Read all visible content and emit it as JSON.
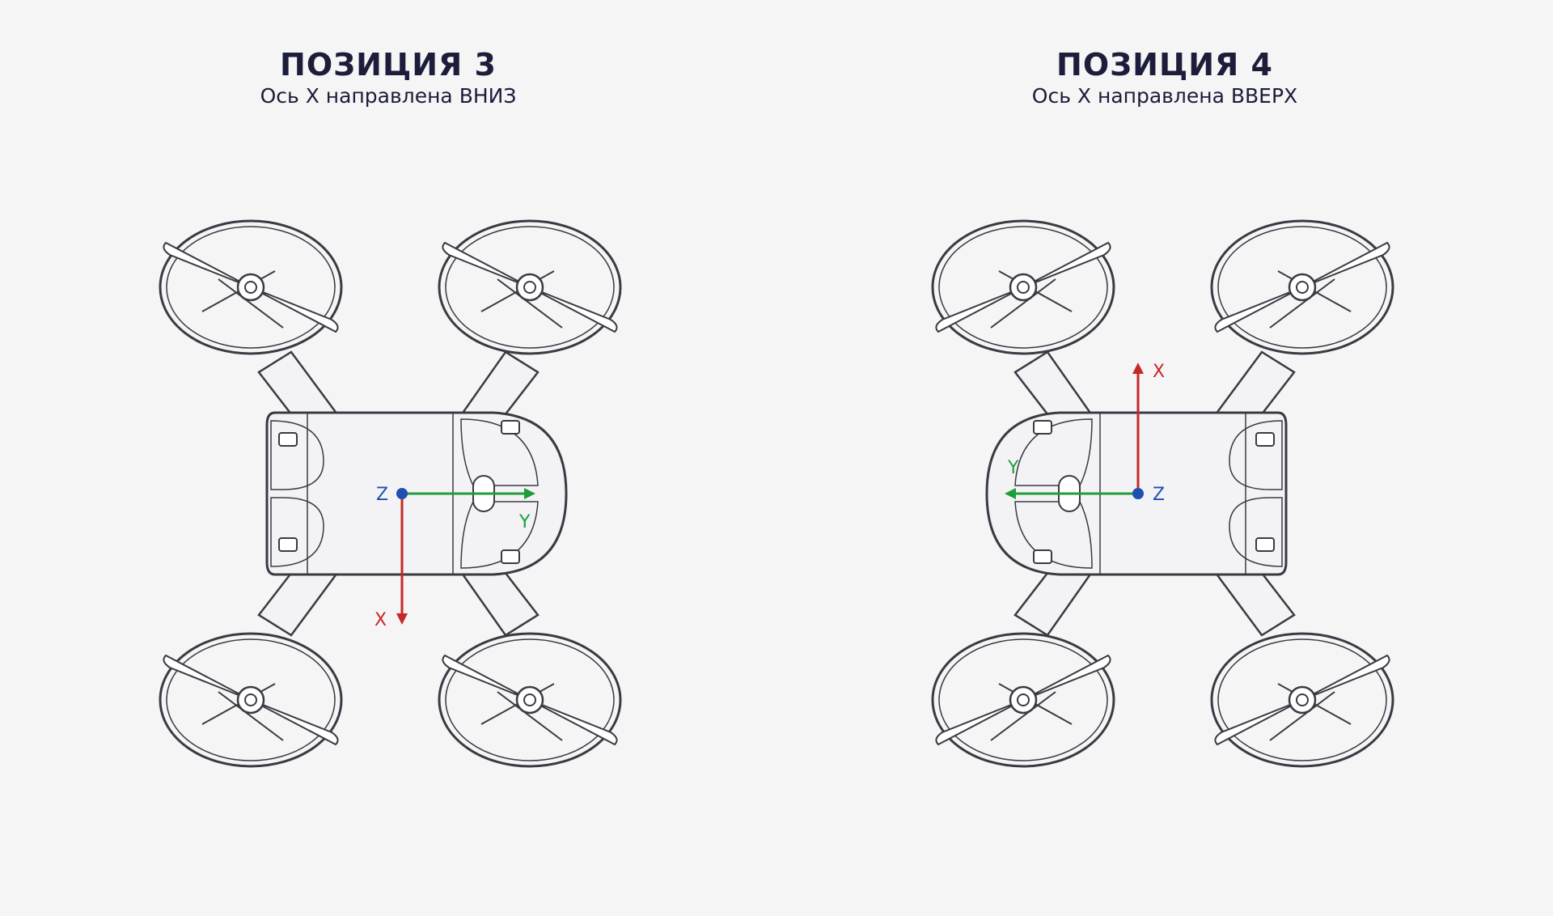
{
  "colors": {
    "background": "#f5f5f5",
    "title_text": "#1b1d3a",
    "x_axis": "#c62828",
    "y_axis": "#1e9e3a",
    "z_axis": "#1f4fb0",
    "drone_line": "#3a3a44",
    "drone_fill": "#f3f3f5"
  },
  "panels": [
    {
      "title": "ПОЗИЦИЯ 3",
      "subtitle": "Ось X направлена ВНИЗ",
      "axes": {
        "x_label": "X",
        "y_label": "Y",
        "z_label": "Z",
        "x_direction": "down",
        "y_direction": "right"
      }
    },
    {
      "title": "ПОЗИЦИЯ 4",
      "subtitle": "Ось X направлена ВВЕРХ",
      "axes": {
        "x_label": "X",
        "y_label": "Y",
        "z_label": "Z",
        "x_direction": "up",
        "y_direction": "left"
      }
    }
  ]
}
